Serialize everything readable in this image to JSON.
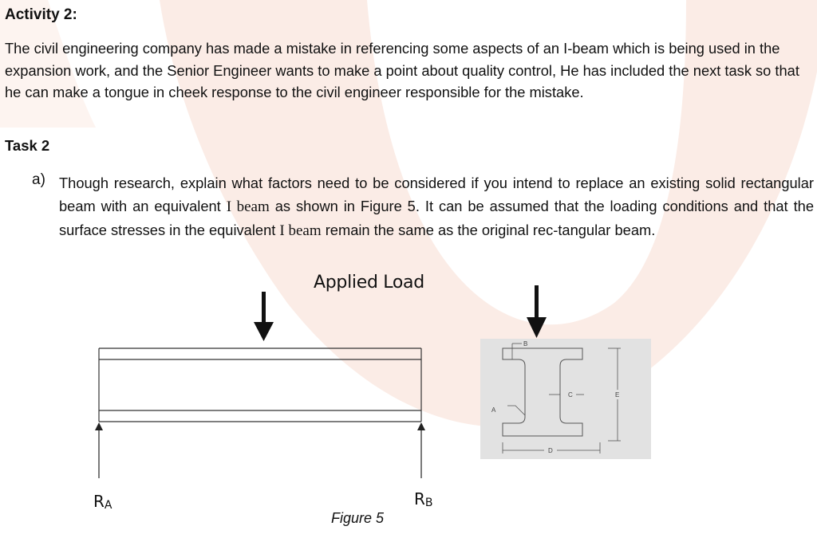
{
  "document": {
    "heading": "Activity 2:",
    "intro": "The civil engineering company has made a mistake in referencing some aspects of an I-beam which is being used in the expansion work, and the Senior Engineer wants to make a point about quality control, He has included the next task so that he can make a tongue in cheek response to the civil engineer responsible for the mistake.",
    "task_title": "Task 2",
    "question_label": "a)",
    "question_part1": "Though research, explain what factors need to be considered if you intend to replace an existing solid rectangular beam with an equivalent ",
    "question_ibeam1": "I beam",
    "question_part2": " as shown in Figure 5. It can be assumed that the loading conditions and that the surface stresses in the equivalent ",
    "question_ibeam2": "I beam",
    "question_part3": " remain the same as the original rec-tangular beam."
  },
  "figure": {
    "load_label": "Applied Load",
    "reaction_a": "R",
    "reaction_a_sub": "A",
    "reaction_b": "R",
    "reaction_b_sub": "B",
    "caption": "Figure 5",
    "dimension_labels": {
      "a": "A",
      "b": "B",
      "c": "C",
      "d": "D",
      "e": "E"
    }
  },
  "colors": {
    "watermark": "#fbece6",
    "text": "#111111",
    "panel": "#e2e2e2"
  }
}
